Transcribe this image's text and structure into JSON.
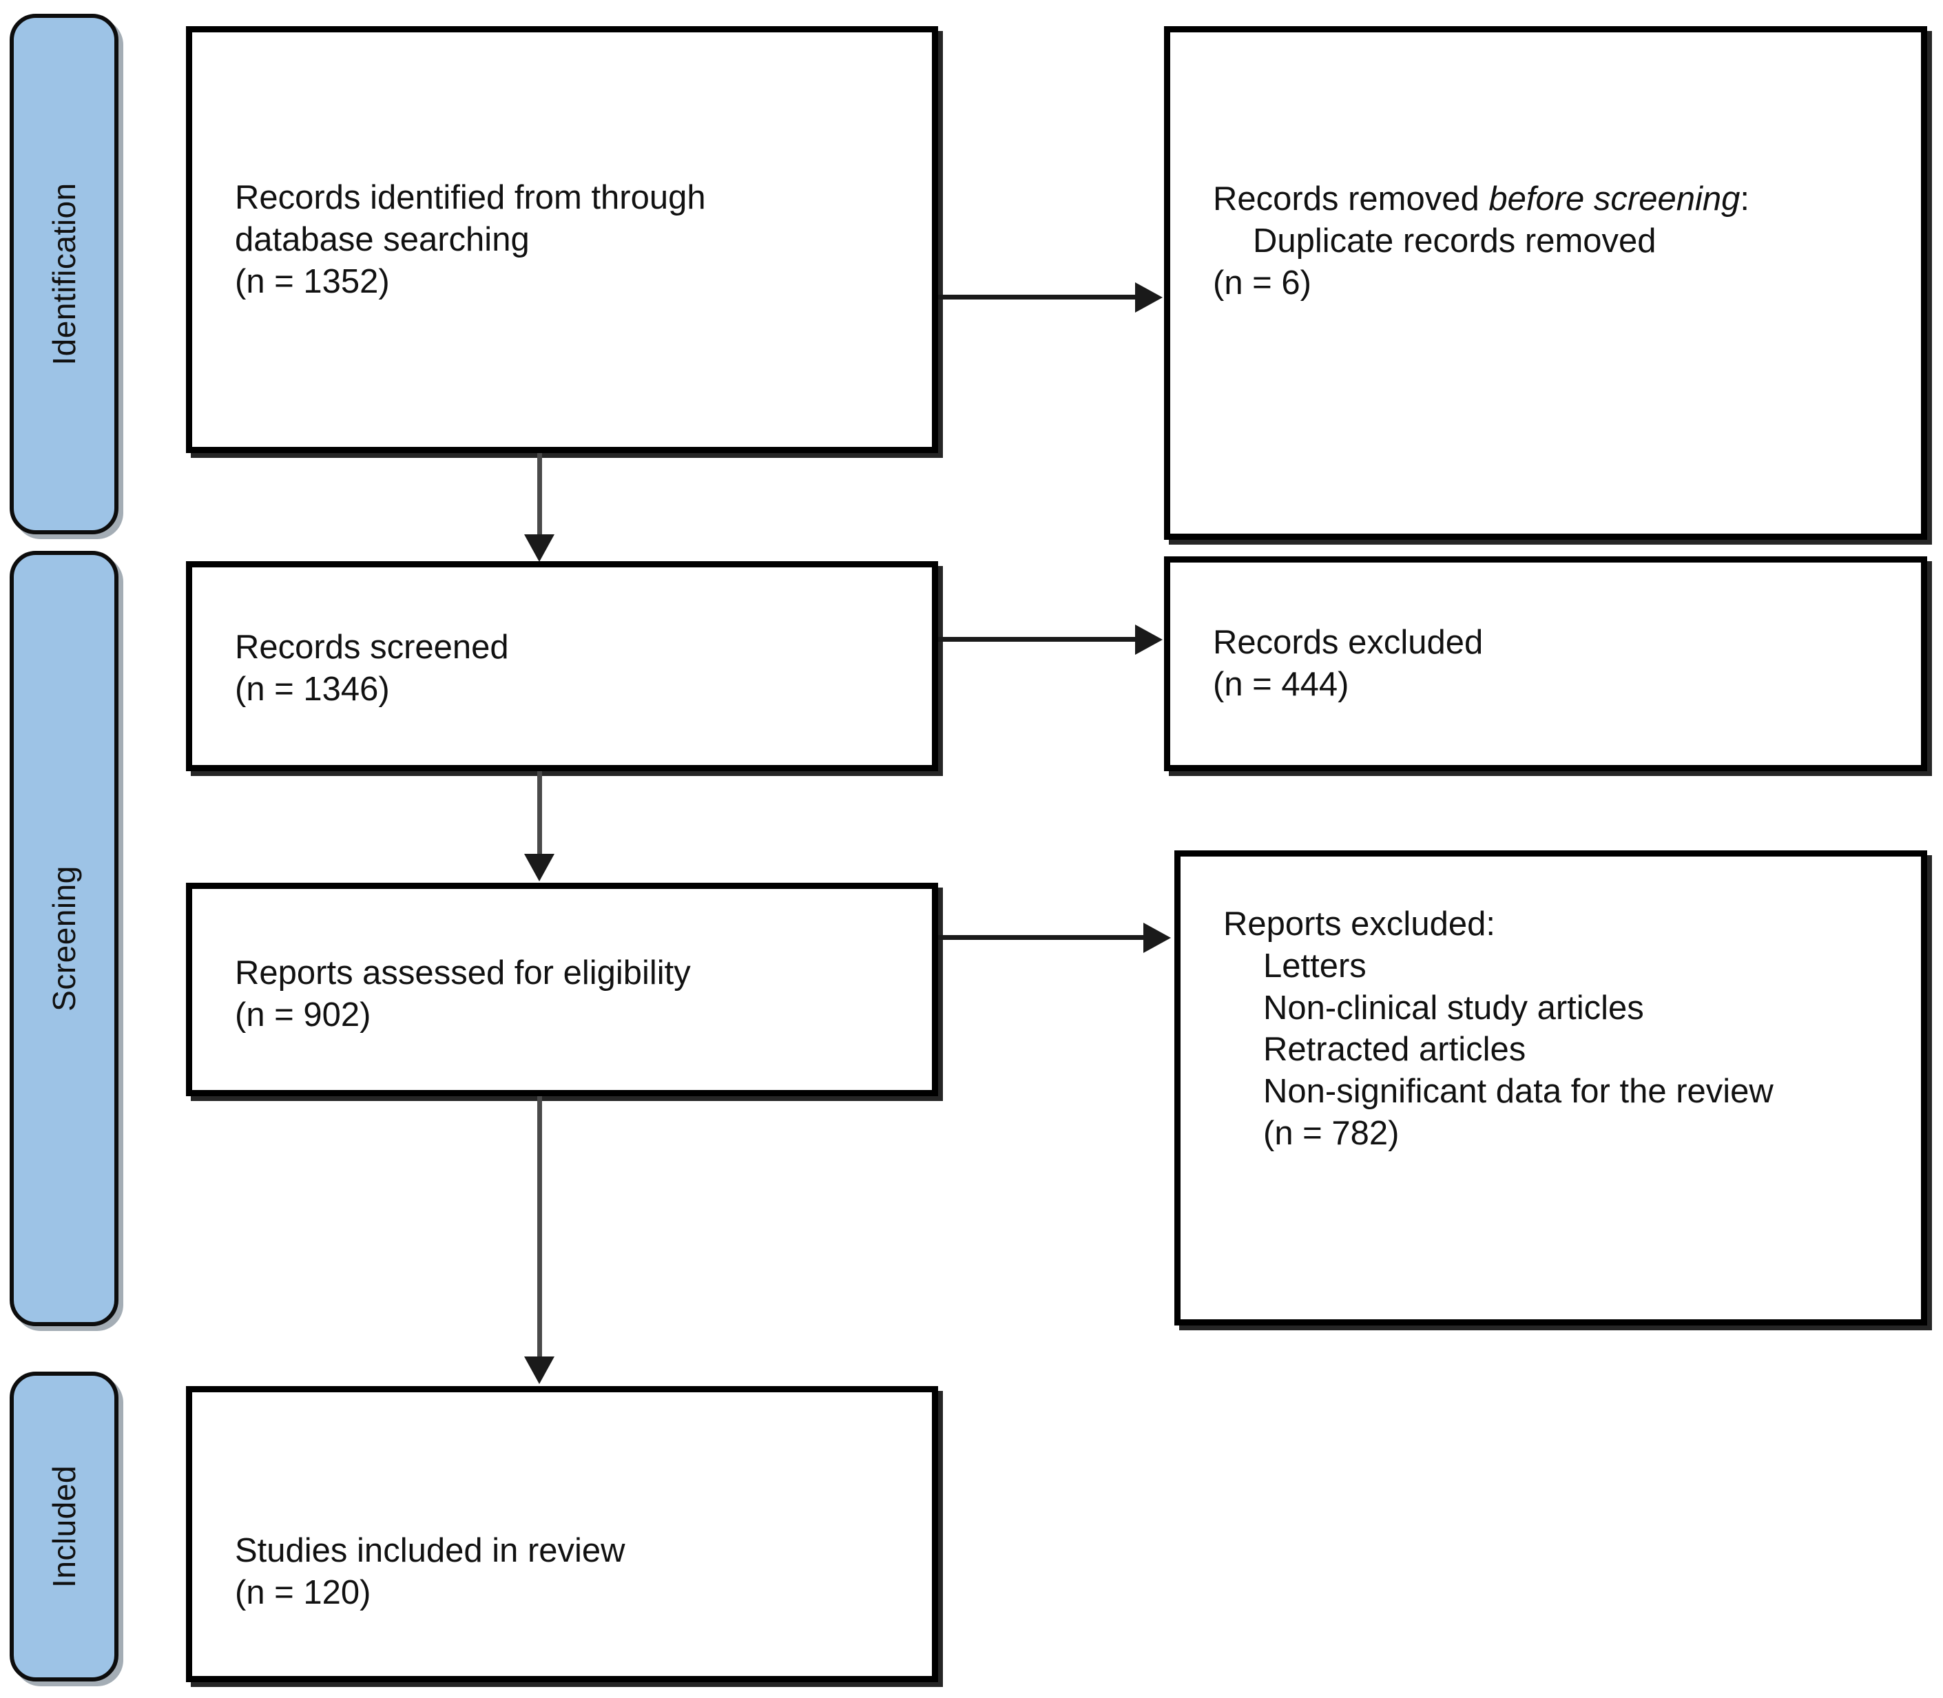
{
  "diagram": {
    "type": "prisma-flow-diagram",
    "accent_color": "#9DC3E6",
    "border_color": "#000000",
    "connector_color": "#4a4a4a",
    "text_color": "#111111"
  },
  "stages": [
    {
      "id": "identification",
      "label": "Identification"
    },
    {
      "id": "screening",
      "label": "Screening"
    },
    {
      "id": "included",
      "label": "Included"
    }
  ],
  "boxes": {
    "identified": {
      "line1": "Records identified from through",
      "line2": "database searching",
      "count": "(n = 1352)"
    },
    "removed": {
      "heading_plain": "Records removed ",
      "heading_italic": "before screening",
      "heading_colon": ":",
      "item": "Duplicate records removed",
      "count": "(n = 6)"
    },
    "screened": {
      "title": "Records screened",
      "count": "(n = 1346)"
    },
    "records_excluded": {
      "title": "Records excluded",
      "count": "(n = 444)"
    },
    "eligibility": {
      "title": "Reports assessed for eligibility",
      "count": "(n = 902)"
    },
    "reports_excluded": {
      "title": "Reports excluded:",
      "reasons": [
        "Letters",
        "Non-clinical study articles",
        "Retracted articles",
        "Non-significant data for the review"
      ],
      "reason_1": "Letters",
      "reason_2": "Non-clinical study articles",
      "reason_3": "Retracted articles",
      "reason_4": "Non-significant data for the review",
      "count": "(n = 782)"
    },
    "included": {
      "title": "Studies included in review",
      "count": "(n = 120)"
    }
  },
  "flows": [
    {
      "from": "identified",
      "to": "screened",
      "direction": "down"
    },
    {
      "from": "identified",
      "to": "removed",
      "direction": "right"
    },
    {
      "from": "screened",
      "to": "eligibility",
      "direction": "down"
    },
    {
      "from": "screened",
      "to": "records_excluded",
      "direction": "right"
    },
    {
      "from": "eligibility",
      "to": "included",
      "direction": "down"
    },
    {
      "from": "eligibility",
      "to": "reports_excluded",
      "direction": "right"
    }
  ]
}
